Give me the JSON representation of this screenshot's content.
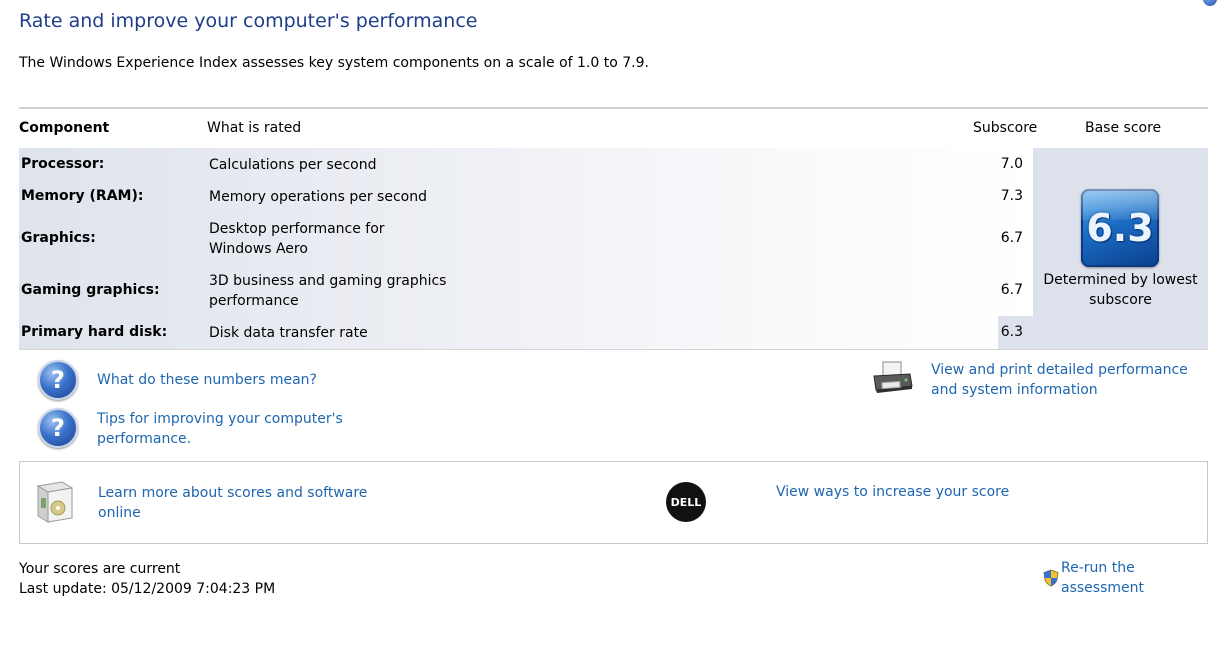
{
  "page": {
    "title": "Rate and improve your computer's performance",
    "intro": "The Windows Experience Index assesses key system components on a scale of 1.0 to 7.9."
  },
  "table": {
    "headers": {
      "component": "Component",
      "what": "What is rated",
      "subscore": "Subscore",
      "base": "Base score"
    },
    "rows": [
      {
        "component": "Processor:",
        "what": "Calculations per second",
        "subscore": "7.0"
      },
      {
        "component": "Memory (RAM):",
        "what": "Memory operations per second",
        "subscore": "7.3"
      },
      {
        "component": "Graphics:",
        "what": "Desktop performance for Windows Aero",
        "subscore": "6.7"
      },
      {
        "component": "Gaming graphics:",
        "what": "3D business and gaming graphics performance",
        "subscore": "6.7"
      },
      {
        "component": "Primary hard disk:",
        "what": "Disk data transfer rate",
        "subscore": "6.3"
      }
    ],
    "base_score": "6.3",
    "base_note": "Determined by lowest subscore"
  },
  "links": {
    "numbers": "What do these numbers mean?",
    "tips": "Tips for improving your computer's performance.",
    "print": "View and print detailed performance and system information",
    "learn": "Learn more about scores and software online",
    "increase": "View ways to increase your score",
    "rerun": "Re-run the assessment"
  },
  "icons": {
    "help": "help-icon",
    "printer": "printer-icon",
    "software": "software-box-icon",
    "dell": "dell-logo-icon",
    "shield": "uac-shield-icon"
  },
  "dell_label": "DELL",
  "status": {
    "current": "Your scores are current",
    "last_update": "Last update: 05/12/2009 7:04:23 PM"
  },
  "colors": {
    "title": "#1e3d8a",
    "link": "#1e66b0",
    "badge": "#1a6cc4"
  }
}
